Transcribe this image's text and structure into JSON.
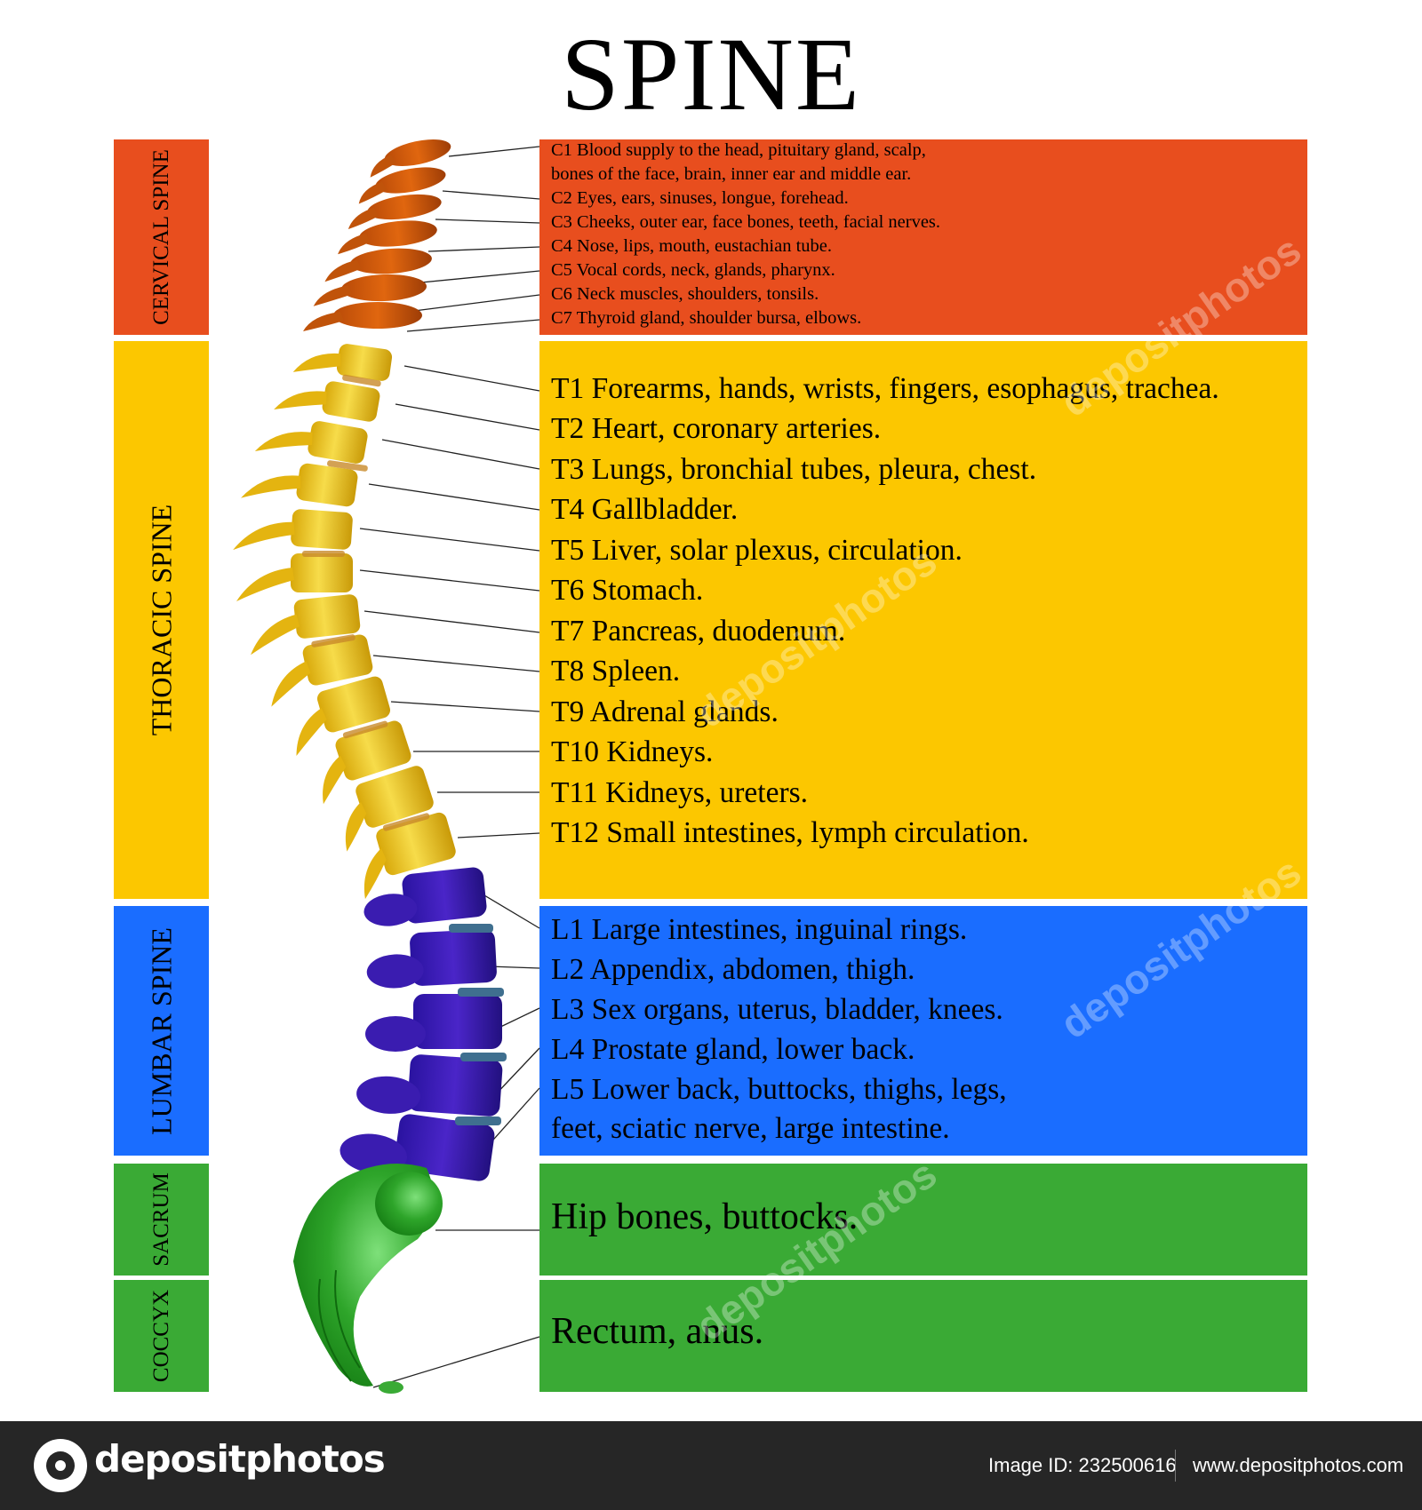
{
  "title": "SPINE",
  "colors": {
    "cervical": "#e84e1e",
    "thoracic": "#fcc700",
    "lumbar": "#1a6dff",
    "sacrum": "#3aaa35",
    "coccyx": "#3aaa35",
    "footer": "#262626"
  },
  "sections": {
    "cervical": "CERVICAL SPINE",
    "thoracic": "THORACIC SPINE",
    "lumbar": "LUMBAR SPINE",
    "sacrum": "SACRUM",
    "coccyx": "COCCYX"
  },
  "cervical": [
    "C1  Blood supply to the head, pituitary gland, scalp,",
    "bones of the face, brain, inner ear and middle ear.",
    "C2  Eyes, ears, sinuses, longue, forehead.",
    "C3  Cheeks, outer ear, face bones, teeth, facial nerves.",
    "C4  Nose, lips, mouth, eustachian tube.",
    "C5  Vocal cords, neck, glands, pharynx.",
    "C6  Neck muscles, shoulders, tonsils.",
    "C7  Thyroid gland, shoulder bursa, elbows."
  ],
  "thoracic": [
    "T1  Forearms, hands, wrists, fingers, esophagus, trachea.",
    "T2  Heart, coronary arteries.",
    "T3  Lungs, bronchial tubes, pleura, chest.",
    "T4  Gallbladder.",
    "T5  Liver, solar plexus, circulation.",
    "T6  Stomach.",
    "T7  Pancreas, duodenum.",
    "T8  Spleen.",
    "T9  Adrenal glands.",
    "T10  Kidneys.",
    "T11  Kidneys, ureters.",
    "T12  Small intestines, lymph circulation."
  ],
  "lumbar": [
    "L1  Large intestines, inguinal rings.",
    "L2  Appendix, abdomen, thigh.",
    "L3 Sex organs, uterus, bladder, knees.",
    "L4  Prostate gland, lower back.",
    "L5  Lower back, buttocks, thighs, legs,",
    "feet, sciatic nerve, large intestine."
  ],
  "sacrum": "Hip bones, buttocks.",
  "coccyx": "Rectum, anus.",
  "watermark": "depositphotos",
  "footer": {
    "brand": "depositphotos",
    "image_id": "Image ID: 232500616",
    "site": "www.depositphotos.com"
  }
}
